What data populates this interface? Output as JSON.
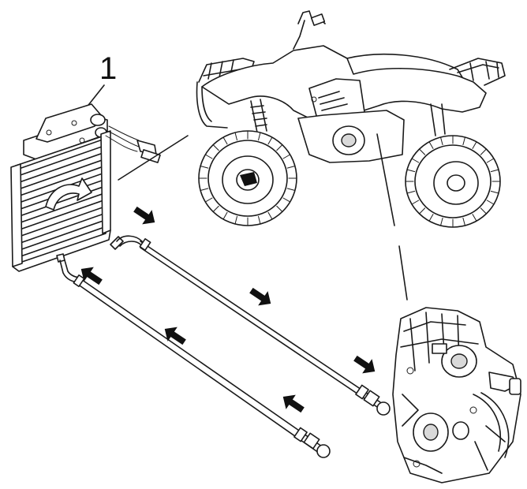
{
  "callouts": [
    {
      "id": "1",
      "label": "1",
      "refers_to": "oil-cooler"
    }
  ],
  "colors": {
    "line": "#1a1a1a",
    "background": "#ffffff",
    "arrow": "#111111"
  },
  "flow_arrows": [
    {
      "name": "flow-arrow-cooler-to-front-line",
      "direction": "down-right"
    },
    {
      "name": "flow-arrow-front-line-mid",
      "direction": "down-right"
    },
    {
      "name": "flow-arrow-front-line-to-engine",
      "direction": "down-right"
    },
    {
      "name": "flow-arrow-engine-to-rear-line",
      "direction": "up-left"
    },
    {
      "name": "flow-arrow-rear-line-mid",
      "direction": "up-left"
    },
    {
      "name": "flow-arrow-rear-line-to-cooler",
      "direction": "up-left"
    }
  ]
}
